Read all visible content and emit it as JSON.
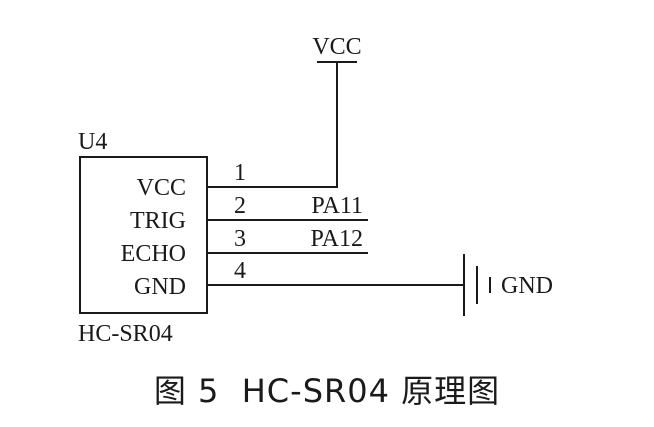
{
  "vcc_symbol": {
    "label": "VCC"
  },
  "component": {
    "ref": "U4",
    "part": "HC-SR04",
    "pins": [
      {
        "number": "1",
        "name": "VCC",
        "net": ""
      },
      {
        "number": "2",
        "name": "TRIG",
        "net": "PA11"
      },
      {
        "number": "3",
        "name": "ECHO",
        "net": "PA12"
      },
      {
        "number": "4",
        "name": "GND",
        "net": ""
      }
    ]
  },
  "ground_symbol": {
    "label": "GND"
  },
  "caption": {
    "text": "图 5  HC-SR04 原理图"
  }
}
